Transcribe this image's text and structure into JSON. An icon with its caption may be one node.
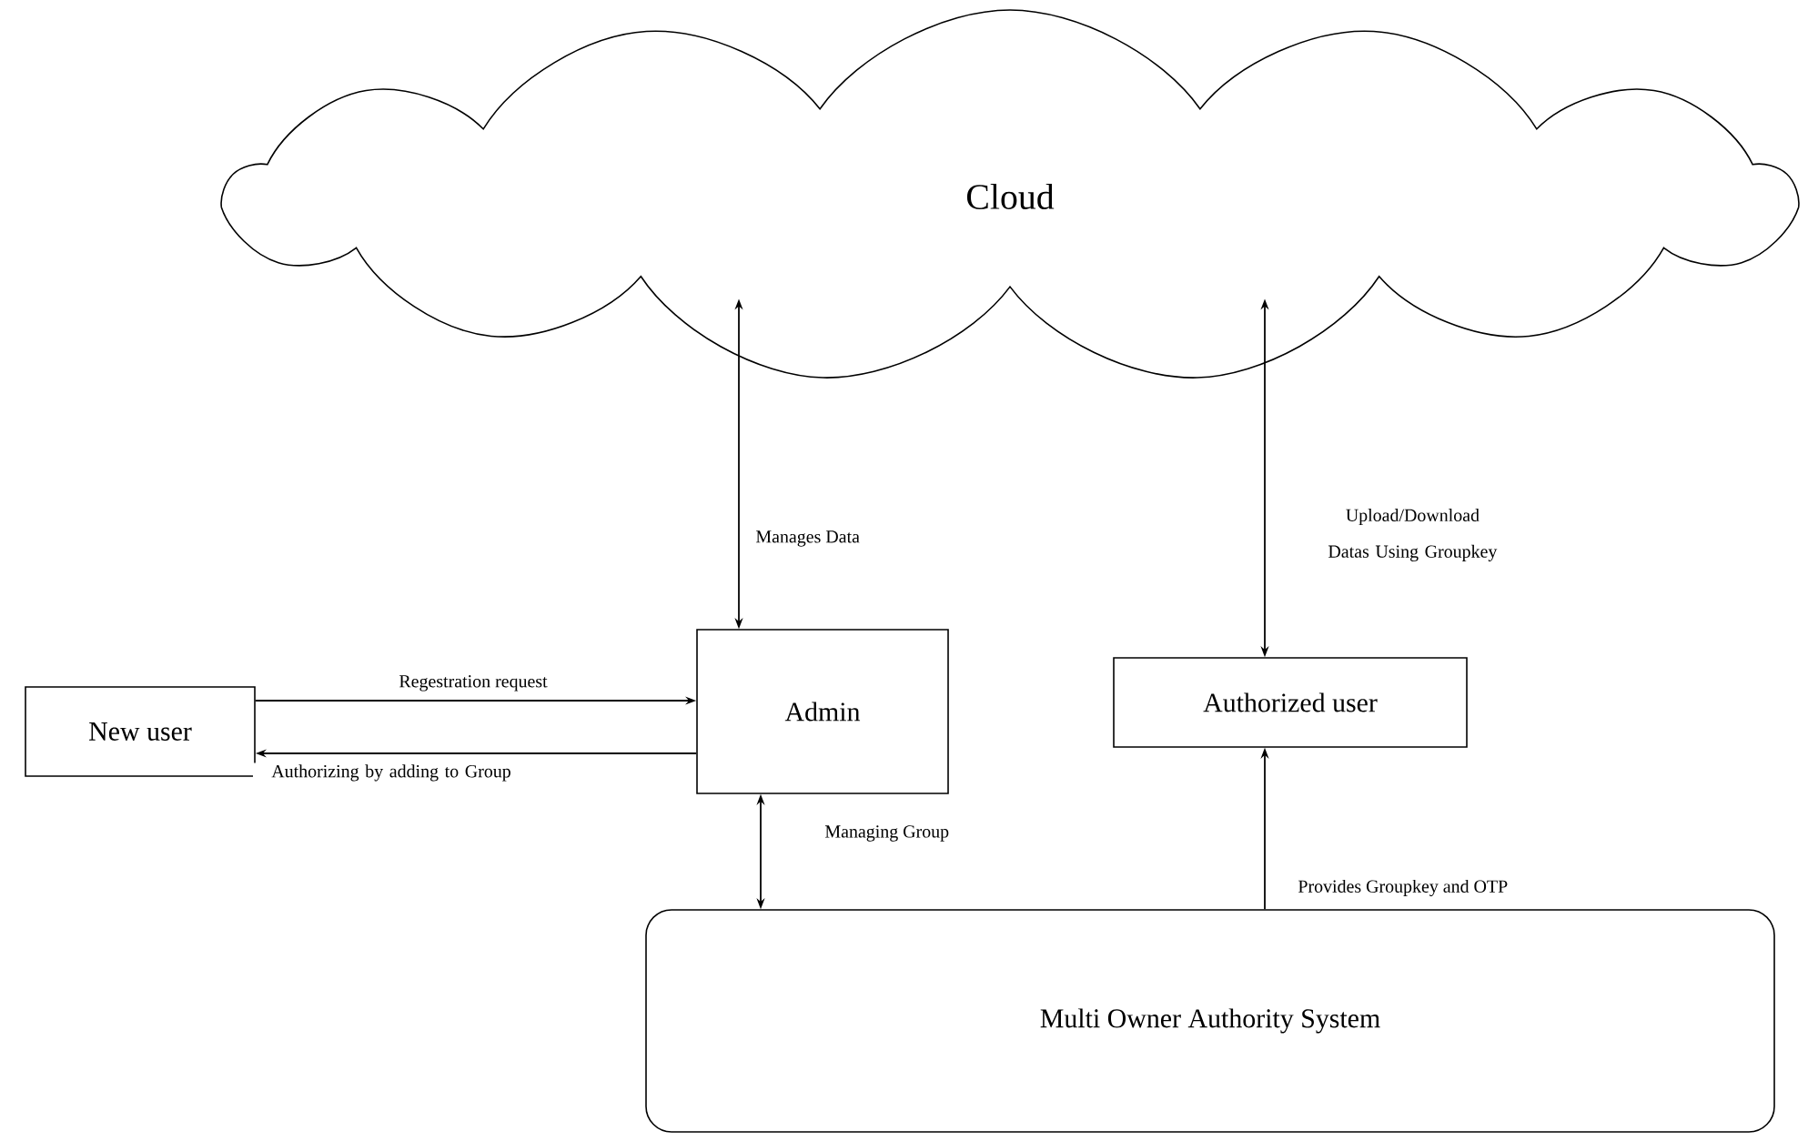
{
  "diagram": {
    "nodes": [
      {
        "text": [
          "Cloud"
        ]
      },
      {
        "text": [
          "New user"
        ]
      },
      {
        "text": [
          "Admin"
        ]
      },
      {
        "text": [
          "Authorized user"
        ]
      },
      {
        "text": [
          "Multi Owner Authority System"
        ]
      }
    ],
    "edges": [
      {
        "from": 1,
        "to": 2,
        "arrow": "to",
        "label": "Regestration request"
      },
      {
        "from": 2,
        "to": 1,
        "arrow": "to",
        "label": "Authorizing by adding to Group"
      },
      {
        "from": 0,
        "to": 2,
        "arrow": "both",
        "label": "Manages Data"
      },
      {
        "from": 0,
        "to": 3,
        "arrow": "both",
        "label": "Upload/Download Datas Using Groupkey"
      },
      {
        "from": 2,
        "to": 4,
        "arrow": "both",
        "label": "Managing Group"
      },
      {
        "from": 4,
        "to": 3,
        "arrow": "to",
        "label": "Provides Groupkey and OTP"
      }
    ]
  }
}
